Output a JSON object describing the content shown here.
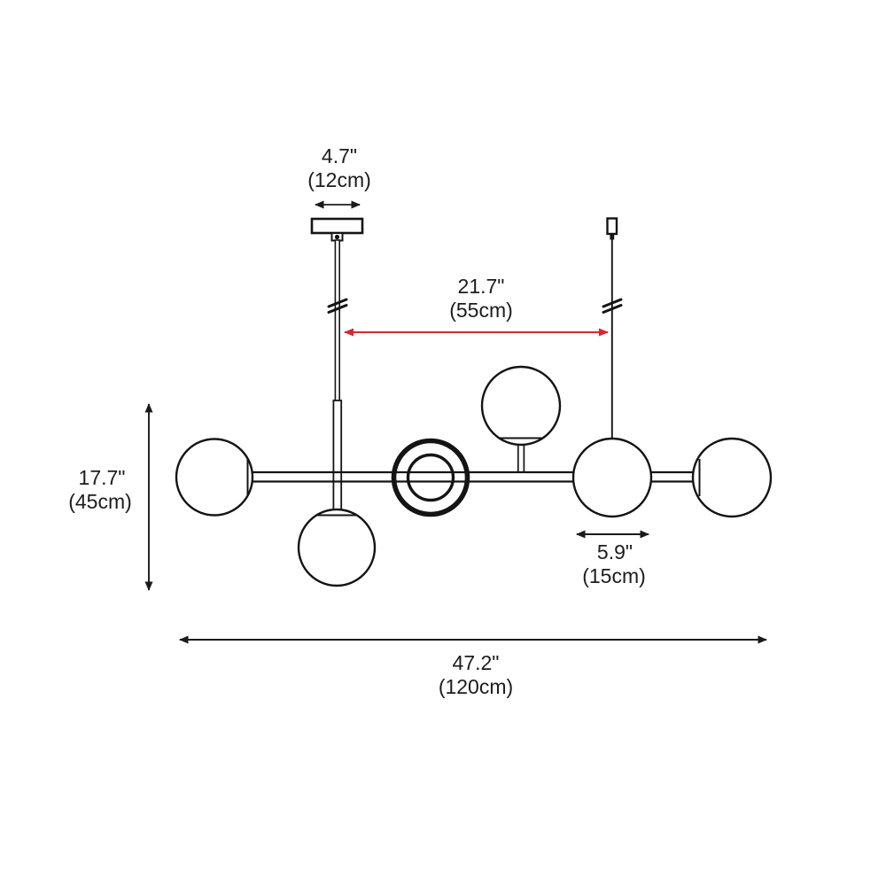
{
  "diagram": {
    "subject": "globe-chandelier-dimension-drawing",
    "line_color": "#141414",
    "accent_color": "#d8272f",
    "dimensions": {
      "canopy_width": {
        "inches": "4.7\"",
        "cm": "(12cm)"
      },
      "hanging_points_span": {
        "inches": "21.7\"",
        "cm": "(55cm)"
      },
      "fixture_height": {
        "inches": "17.7\"",
        "cm": "(45cm)"
      },
      "globe_diameter": {
        "inches": "5.9\"",
        "cm": "(15cm)"
      },
      "fixture_width": {
        "inches": "47.2\"",
        "cm": "(120cm)"
      }
    }
  }
}
